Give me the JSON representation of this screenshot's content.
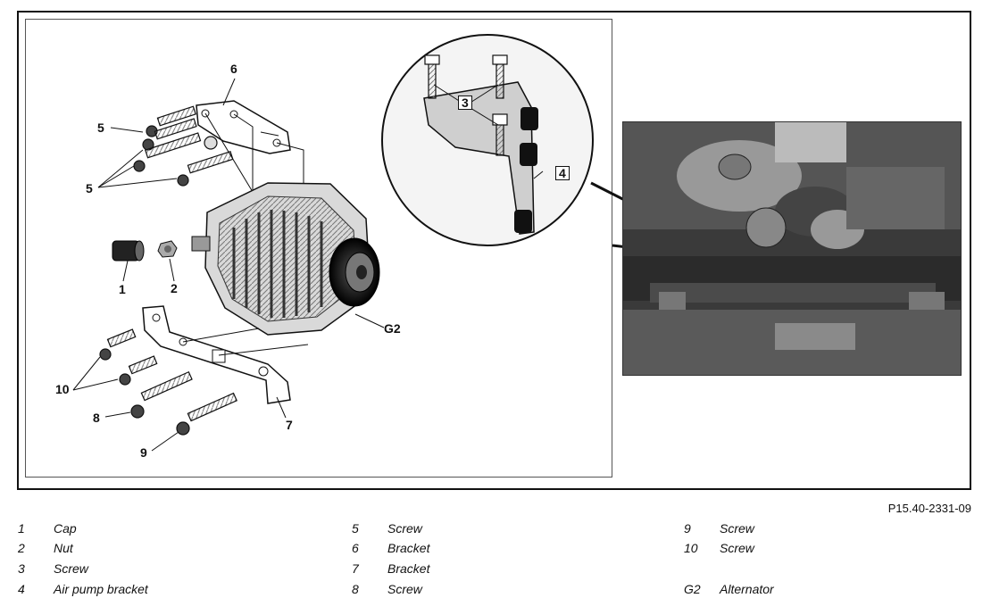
{
  "figure_id": "P15.40-2331-09",
  "callouts": {
    "c1": "1",
    "c2": "2",
    "c3": "3",
    "c4": "4",
    "c5a": "5",
    "c5b": "5",
    "c6": "6",
    "c7": "7",
    "c8": "8",
    "c9": "9",
    "c10": "10",
    "cG2": "G2"
  },
  "legend": [
    {
      "key": "1",
      "label": "Cap"
    },
    {
      "key": "2",
      "label": "Nut"
    },
    {
      "key": "3",
      "label": "Screw"
    },
    {
      "key": "4",
      "label": "Air pump bracket"
    },
    {
      "key": "5",
      "label": "Screw"
    },
    {
      "key": "6",
      "label": "Bracket"
    },
    {
      "key": "7",
      "label": "Bracket"
    },
    {
      "key": "8",
      "label": "Screw"
    },
    {
      "key": "9",
      "label": "Screw"
    },
    {
      "key": "10",
      "label": "Screw"
    },
    {
      "key": "G2",
      "label": "Alternator"
    }
  ]
}
